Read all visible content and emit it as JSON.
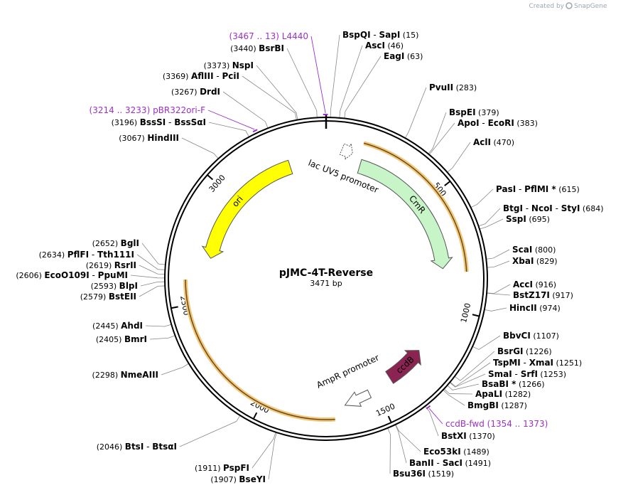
{
  "branding": {
    "created_by": "Created by",
    "brand": "SnapGene"
  },
  "plasmid": {
    "name": "pJMC-4T-Reverse",
    "length_label": "3471 bp",
    "length": 3471
  },
  "ticks": [
    {
      "pos": 500,
      "label": "500"
    },
    {
      "pos": 1000,
      "label": "1000"
    },
    {
      "pos": 1500,
      "label": "1500"
    },
    {
      "pos": 2000,
      "label": "2000"
    },
    {
      "pos": 2500,
      "label": "2500"
    },
    {
      "pos": 3000,
      "label": "3000"
    }
  ],
  "features": [
    {
      "name": "CmR",
      "start": 160,
      "end": 820,
      "strand": 1,
      "type": "cds",
      "color": "#c8f5c8"
    },
    {
      "name": "ccdB",
      "start": 1230,
      "end": 1420,
      "strand": -1,
      "type": "cds",
      "color": "#8b2452"
    },
    {
      "name": "ori",
      "start": 2700,
      "end": 3300,
      "strand": -1,
      "type": "rep",
      "color": "#ffff00"
    },
    {
      "name": "lac UV5 promoter",
      "start": 110,
      "end": 140,
      "strand": 1,
      "type": "promoter",
      "color": "#ffffff"
    },
    {
      "name": "AmpR promoter",
      "start": 1700,
      "end": 1780,
      "strand": -1,
      "type": "promoter",
      "color": "#ffffff"
    }
  ],
  "orange_arcs": [
    {
      "start": 150,
      "end": 840
    },
    {
      "start": 1700,
      "end": 2600
    }
  ],
  "enzymes": [
    {
      "pos": 3440,
      "pos_label": "(3440)",
      "names": [
        "BsrBI"
      ]
    },
    {
      "pos": 3373,
      "pos_label": "(3373)",
      "names": [
        "NspI"
      ]
    },
    {
      "pos": 3369,
      "pos_label": "(3369)",
      "names": [
        "AflIII",
        "PciI"
      ]
    },
    {
      "pos": 3267,
      "pos_label": "(3267)",
      "names": [
        "DrdI"
      ]
    },
    {
      "pos": 3196,
      "pos_label": "(3196)",
      "names": [
        "BssSI",
        "BssSαI"
      ]
    },
    {
      "pos": 3067,
      "pos_label": "(3067)",
      "names": [
        "HindIII"
      ]
    },
    {
      "pos": 2652,
      "pos_label": "(2652)",
      "names": [
        "BglI"
      ]
    },
    {
      "pos": 2634,
      "pos_label": "(2634)",
      "names": [
        "PflFI",
        "Tth111I"
      ]
    },
    {
      "pos": 2619,
      "pos_label": "(2619)",
      "names": [
        "RsrII"
      ]
    },
    {
      "pos": 2606,
      "pos_label": "(2606)",
      "names": [
        "EcoO109I",
        "PpuMI"
      ]
    },
    {
      "pos": 2593,
      "pos_label": "(2593)",
      "names": [
        "BlpI"
      ]
    },
    {
      "pos": 2579,
      "pos_label": "(2579)",
      "names": [
        "BstEII"
      ]
    },
    {
      "pos": 2445,
      "pos_label": "(2445)",
      "names": [
        "AhdI"
      ]
    },
    {
      "pos": 2405,
      "pos_label": "(2405)",
      "names": [
        "BmrI"
      ]
    },
    {
      "pos": 2298,
      "pos_label": "(2298)",
      "names": [
        "NmeAIII"
      ]
    },
    {
      "pos": 2046,
      "pos_label": "(2046)",
      "names": [
        "BtsI",
        "BtsαI"
      ]
    },
    {
      "pos": 1911,
      "pos_label": "(1911)",
      "names": [
        "PspFI"
      ]
    },
    {
      "pos": 1907,
      "pos_label": "(1907)",
      "names": [
        "BseYI"
      ]
    },
    {
      "pos": 15,
      "pos_label": "(15)",
      "names": [
        "BspQI",
        "SapI"
      ]
    },
    {
      "pos": 46,
      "pos_label": "(46)",
      "names": [
        "AscI"
      ]
    },
    {
      "pos": 63,
      "pos_label": "(63)",
      "names": [
        "EagI"
      ]
    },
    {
      "pos": 283,
      "pos_label": "(283)",
      "names": [
        "PvuII"
      ]
    },
    {
      "pos": 379,
      "pos_label": "(379)",
      "names": [
        "BspEI"
      ]
    },
    {
      "pos": 383,
      "pos_label": "(383)",
      "names": [
        "ApoI",
        "EcoRI"
      ]
    },
    {
      "pos": 470,
      "pos_label": "(470)",
      "names": [
        "AclI"
      ]
    },
    {
      "pos": 615,
      "pos_label": "(615)",
      "names": [
        "PasI",
        "PflMI *"
      ]
    },
    {
      "pos": 684,
      "pos_label": "(684)",
      "names": [
        "BtgI",
        "NcoI",
        "StyI"
      ]
    },
    {
      "pos": 695,
      "pos_label": "(695)",
      "names": [
        "SspI"
      ]
    },
    {
      "pos": 800,
      "pos_label": "(800)",
      "names": [
        "ScaI"
      ]
    },
    {
      "pos": 829,
      "pos_label": "(829)",
      "names": [
        "XbaI"
      ]
    },
    {
      "pos": 916,
      "pos_label": "(916)",
      "names": [
        "AccI"
      ]
    },
    {
      "pos": 917,
      "pos_label": "(917)",
      "names": [
        "BstZ17I"
      ]
    },
    {
      "pos": 974,
      "pos_label": "(974)",
      "names": [
        "HincII"
      ]
    },
    {
      "pos": 1107,
      "pos_label": "(1107)",
      "names": [
        "BbvCI"
      ]
    },
    {
      "pos": 1226,
      "pos_label": "(1226)",
      "names": [
        "BsrGI"
      ]
    },
    {
      "pos": 1251,
      "pos_label": "(1251)",
      "names": [
        "TspMI",
        "XmaI"
      ]
    },
    {
      "pos": 1253,
      "pos_label": "(1253)",
      "names": [
        "SmaI",
        "SrfI"
      ]
    },
    {
      "pos": 1266,
      "pos_label": "(1266)",
      "names": [
        "BsaBI *"
      ]
    },
    {
      "pos": 1282,
      "pos_label": "(1282)",
      "names": [
        "ApaLI"
      ]
    },
    {
      "pos": 1287,
      "pos_label": "(1287)",
      "names": [
        "BmgBI"
      ]
    },
    {
      "pos": 1370,
      "pos_label": "(1370)",
      "names": [
        "BstXI"
      ]
    },
    {
      "pos": 1489,
      "pos_label": "(1489)",
      "names": [
        "Eco53kI"
      ]
    },
    {
      "pos": 1491,
      "pos_label": "(1491)",
      "names": [
        "BanII",
        "SacI"
      ]
    },
    {
      "pos": 1519,
      "pos_label": "(1519)",
      "names": [
        "Bsu36I"
      ]
    }
  ],
  "primers": [
    {
      "name": "L4440",
      "range_label": "(3467 .. 13)",
      "pos": 3469
    },
    {
      "name": "pBR322ori-F",
      "range_label": "(3214 .. 3233)",
      "pos": 3224
    },
    {
      "name": "ccdB-fwd",
      "range_label": "(1354 .. 1373)",
      "pos": 1364
    }
  ]
}
